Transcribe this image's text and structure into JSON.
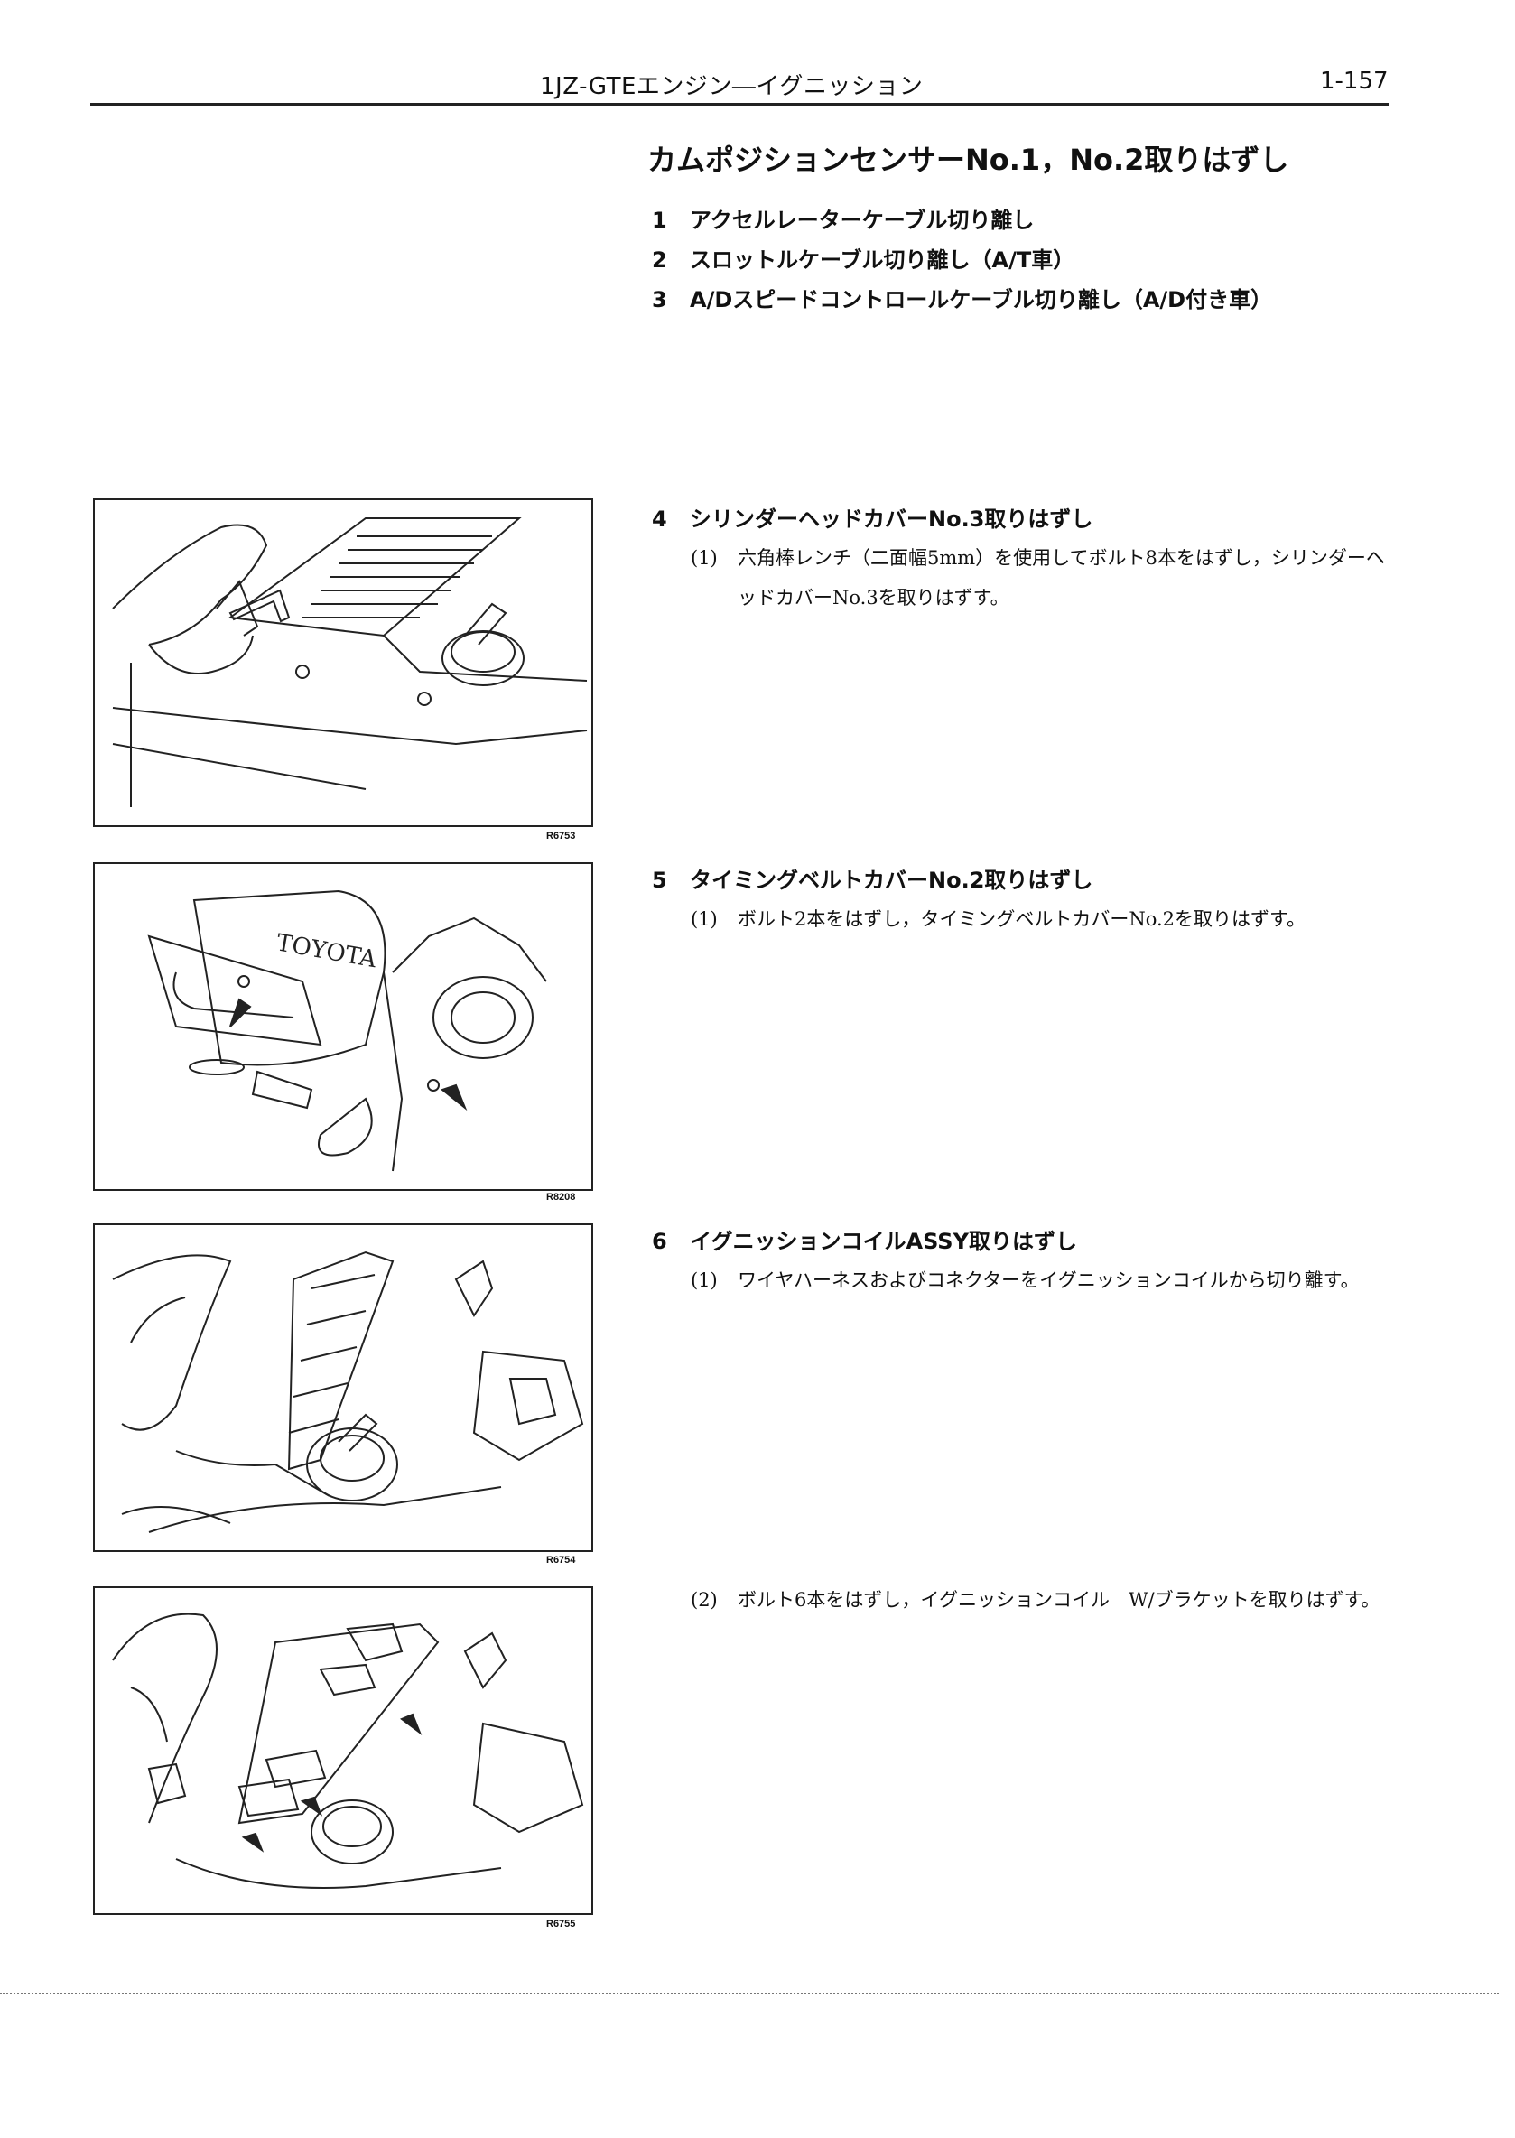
{
  "header": {
    "title": "1JZ-GTEエンジン―イグニッション",
    "page_number": "1-157"
  },
  "section_title": "カムポジションセンサーNo.1，No.2取りはずし",
  "steps": [
    {
      "num": "1",
      "text": "アクセルレーターケーブル切り離し"
    },
    {
      "num": "2",
      "text": "スロットルケーブル切り離し（A/T車）"
    },
    {
      "num": "3",
      "text": "A/Dスピードコントロールケーブル切り離し（A/D付き車）"
    },
    {
      "num": "4",
      "text": "シリンダーヘッドカバーNo.3取りはずし"
    },
    {
      "num": "5",
      "text": "タイミングベルトカバーNo.2取りはずし"
    },
    {
      "num": "6",
      "text": "イグニッションコイルASSY取りはずし"
    }
  ],
  "substeps": {
    "step4_1": {
      "num": "(1)",
      "text": "六角棒レンチ（二面幅5mm）を使用してボルト8本をはずし，シリンダーヘッドカバーNo.3を取りはずす。"
    },
    "step5_1": {
      "num": "(1)",
      "text": "ボルト2本をはずし，タイミングベルトカバーNo.2を取りはずす。"
    },
    "step6_1": {
      "num": "(1)",
      "text": "ワイヤハーネスおよびコネクターをイグニッションコイルから切り離す。"
    },
    "step6_2": {
      "num": "(2)",
      "text": "ボルト6本をはずし，イグニッションコイル　W/ブラケットを取りはずす。"
    }
  },
  "figures": [
    {
      "code": "R6753",
      "icon": "cylinder-head-cover-illustration"
    },
    {
      "code": "R8208",
      "icon": "timing-belt-cover-illustration",
      "label": "TOYOTA"
    },
    {
      "code": "R6754",
      "icon": "ignition-coil-harness-illustration"
    },
    {
      "code": "R6755",
      "icon": "ignition-coil-bracket-illustration"
    }
  ]
}
